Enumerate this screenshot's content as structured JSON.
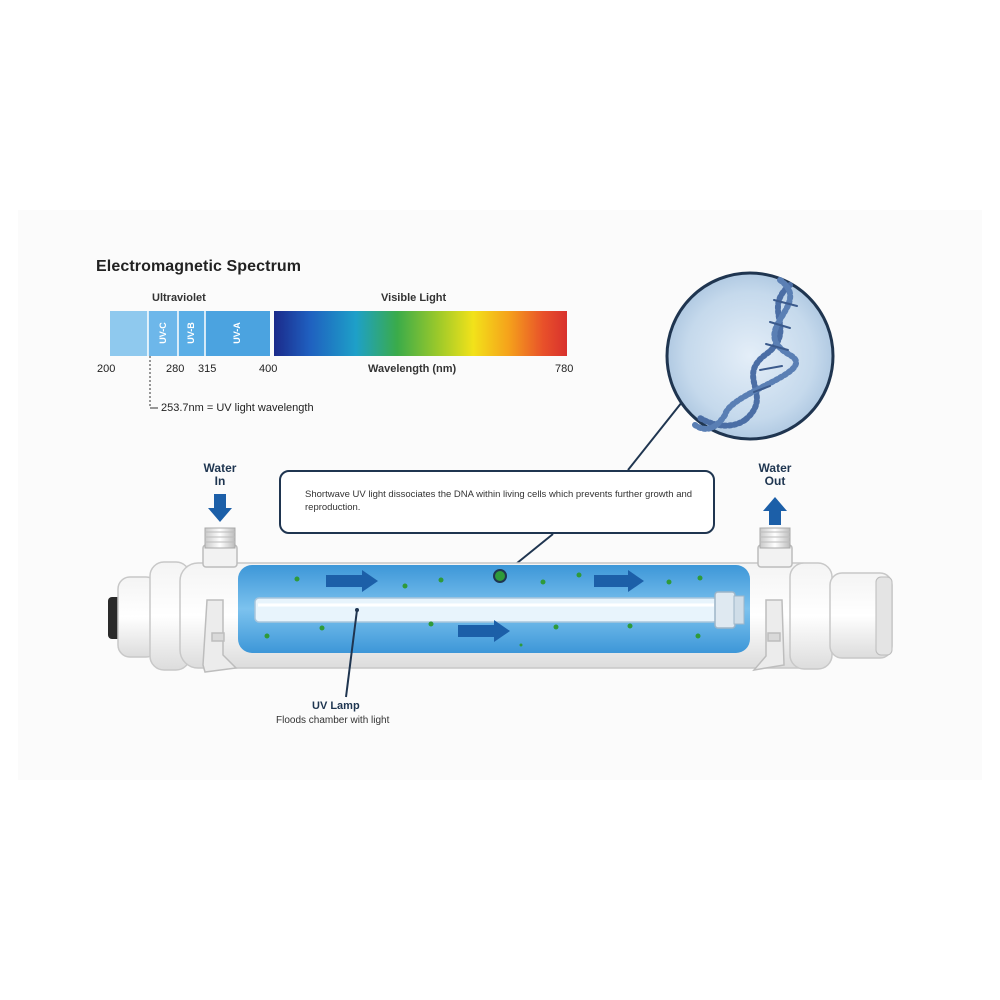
{
  "title": "Electromagnetic Spectrum",
  "spectrum": {
    "ultraviolet_label": "Ultraviolet",
    "visible_label": "Visible Light",
    "bands": [
      "UV-C",
      "UV-B",
      "UV-A"
    ],
    "ticks": [
      "200",
      "280",
      "315",
      "400",
      "780"
    ],
    "axis_label": "Wavelength (nm)",
    "annotation": "253.7nm = UV light wavelength"
  },
  "water_in": {
    "line1": "Water",
    "line2": "In"
  },
  "water_out": {
    "line1": "Water",
    "line2": "Out"
  },
  "callout_text": "Shortwave UV light dissociates the DNA within living cells which prevents further growth and reproduction.",
  "uv_lamp": {
    "title": "UV Lamp",
    "subtitle": "Floods chamber with light"
  },
  "colors": {
    "uv_light": "#8fc9ee",
    "uv_dark": "#4ba3e0",
    "flow_arrow": "#1c5fa8",
    "water": "#5aaee3",
    "bacteria": "#2f9a3a",
    "callout_border": "#1f3550"
  }
}
